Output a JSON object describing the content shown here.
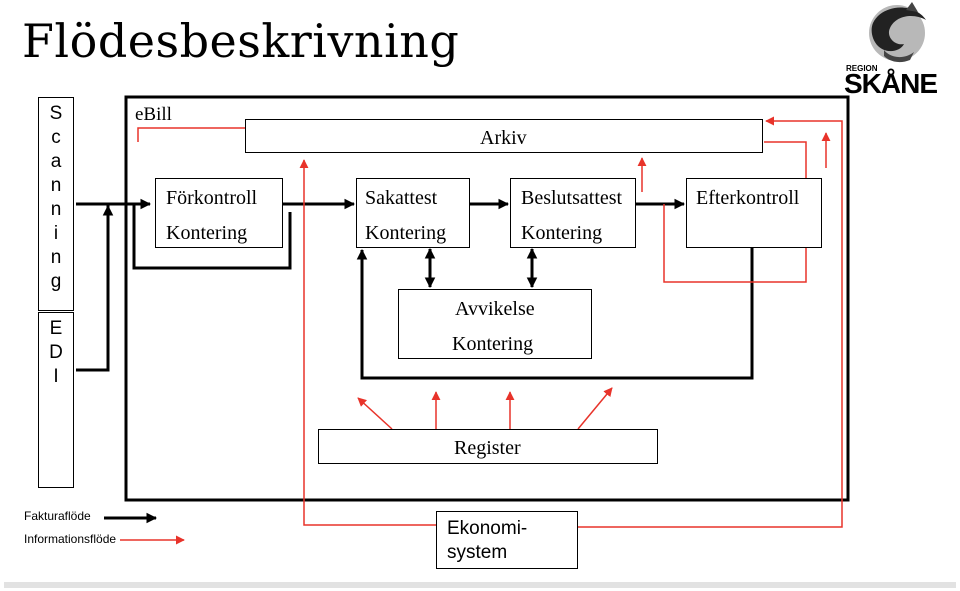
{
  "header": {
    "title": "Flödesbeskrivning"
  },
  "logo": {
    "region_text": "REGION",
    "name_text": "SKÅNE"
  },
  "scanning": {
    "letters": [
      "S",
      "c",
      "a",
      "n",
      "n",
      "i",
      "n",
      "g"
    ]
  },
  "edi": {
    "letters": [
      "E",
      "D",
      "I"
    ]
  },
  "ebill": {
    "label": "eBill"
  },
  "arkiv": {
    "label": "Arkiv"
  },
  "forkontroll": {
    "line1": "Förkontroll",
    "line2": "Kontering"
  },
  "sakattest": {
    "line1": "Sakattest",
    "line2": "Kontering"
  },
  "beslutsattest": {
    "line1": "Beslutsattest",
    "line2": "Kontering"
  },
  "efterkontroll": {
    "line1": "Efterkontroll"
  },
  "avvikelse": {
    "line1": "Avvikelse",
    "line2": "Kontering"
  },
  "register": {
    "label": "Register"
  },
  "ekonomisystem": {
    "line1": "Ekonomi-",
    "line2": "system"
  },
  "legend": {
    "fakturaflode": "Fakturaflöde",
    "informationsflode": "Informationsflöde"
  },
  "colors": {
    "invoice_flow": "#000000",
    "info_flow": "#e8332a"
  }
}
